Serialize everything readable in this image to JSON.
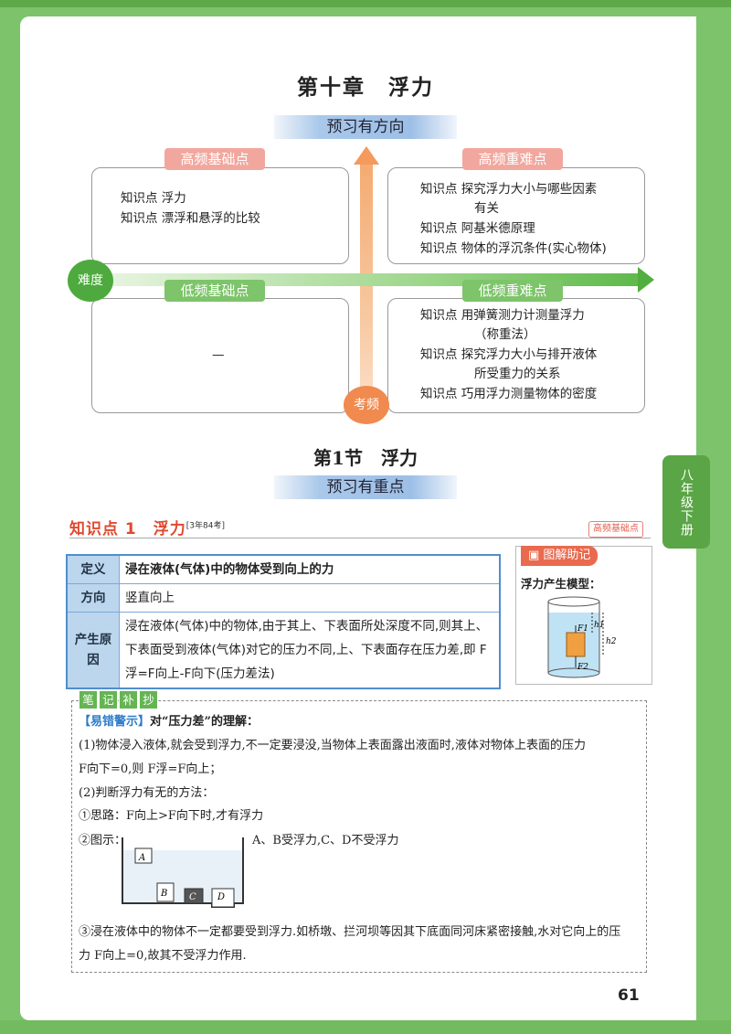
{
  "chapter": {
    "title": "第十章　浮力"
  },
  "preview_direction": "预习有方向",
  "quadrants": {
    "high_basic": {
      "title": "高频基础点",
      "items": [
        "知识点 浮力",
        "知识点 漂浮和悬浮的比较"
      ]
    },
    "high_hard": {
      "title": "高频重难点",
      "items": [
        "知识点 探究浮力大小与哪些因素",
        "有关",
        "知识点 阿基米德原理",
        "知识点 物体的浮沉条件(实心物体)"
      ]
    },
    "low_basic": {
      "title": "低频基础点",
      "items": [
        "—"
      ]
    },
    "low_hard": {
      "title": "低频重难点",
      "items": [
        "知识点 用弹簧测力计测量浮力",
        "（称重法）",
        "知识点 探究浮力大小与排开液体",
        "所受重力的关系",
        "知识点 巧用浮力测量物体的密度"
      ]
    },
    "axis_difficulty": "难度",
    "axis_frequency": "考频"
  },
  "section": {
    "title": "第1节　浮力",
    "preview_focus": "预习有重点"
  },
  "knowledge_point": {
    "title": "知识点 1　浮力",
    "tag": "[3年84考]",
    "badge": "高频基础点"
  },
  "definition_table": [
    {
      "header": "定义",
      "content": "浸在液体(气体)中的物体受到向上的力"
    },
    {
      "header": "方向",
      "content": "竖直向上"
    },
    {
      "header": "产生原因",
      "content": "浸在液体(气体)中的物体,由于其上、下表面所处深度不同,则其上、下表面受到液体(气体)对它的压力不同,上、下表面存在压力差,即 F浮=F向上-F向下(压力差法)"
    }
  ],
  "diagram": {
    "head": "图解助记",
    "label": "浮力产生模型：",
    "f1": "F1",
    "f2": "F2",
    "h1": "h1",
    "h2": "h2"
  },
  "notes": {
    "head": [
      "笔",
      "记",
      "补",
      "抄"
    ],
    "warn": "【易错警示】",
    "warn_text": "对“压力差”的理解：",
    "lines": [
      "(1)物体浸入液体,就会受到浮力,不一定要浸没,当物体上表面露出液面时,液体对物体上表面的压力",
      "F向下=0,则 F浮=F向上；",
      "(2)判断浮力有无的方法：",
      "①思路：F向上>F向下时,才有浮力",
      "②图示：",
      "③浸在液体中的物体不一定都要受到浮力.如桥墩、拦河坝等因其下底面同河床紧密接触,水对它向上的压",
      "力 F向上=0,故其不受浮力作用."
    ],
    "figure_caption": "A、B受浮力,C、D不受浮力",
    "figure_labels": [
      "A",
      "B",
      "C",
      "D"
    ]
  },
  "side_tab": "八年级下册",
  "page_number": "61"
}
